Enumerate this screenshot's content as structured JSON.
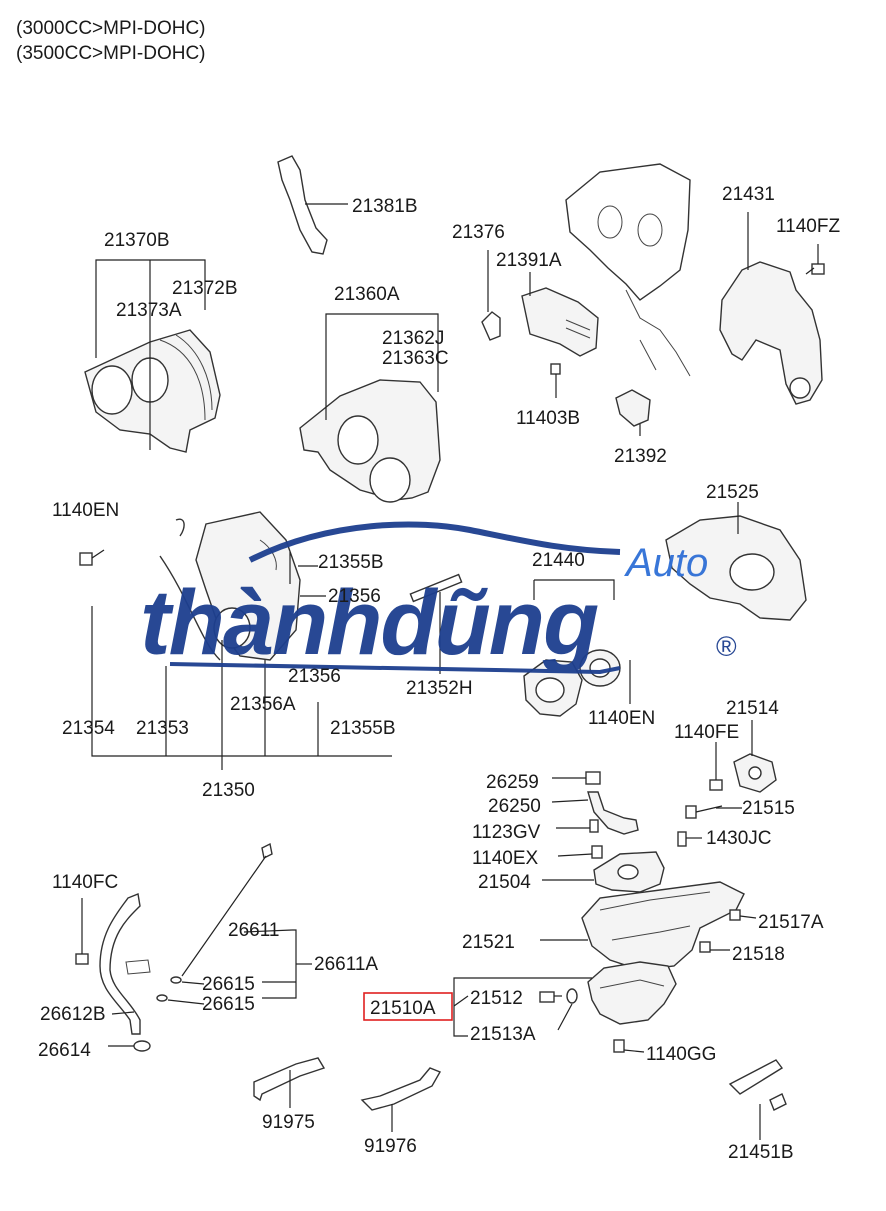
{
  "header": {
    "line1": "(3000CC>MPI-DOHC)",
    "line2": "(3500CC>MPI-DOHC)"
  },
  "highlighted_part": "21510A",
  "highlight_color": "#e02020",
  "watermark": {
    "brand": "thànhdũng",
    "sub": "Auto",
    "registered": "®",
    "brand_color": "#1d3f8f",
    "sub_color": "#2e6fd6"
  },
  "labels": {
    "p21381B": "21381B",
    "p21370B": "21370B",
    "p21372B": "21372B",
    "p21373A": "21373A",
    "p21360A": "21360A",
    "p21362J": "21362J",
    "p21363C": "21363C",
    "p21376": "21376",
    "p21391A": "21391A",
    "p11403B": "11403B",
    "p21392": "21392",
    "p21431": "21431",
    "p1140FZ": "1140FZ",
    "p21525": "21525",
    "p1140EN_a": "1140EN",
    "p21355B_a": "21355B",
    "p21356_a": "21356",
    "p21440": "21440",
    "p21356_b": "21356",
    "p21352H": "21352H",
    "p1140EN_b": "1140EN",
    "p21354": "21354",
    "p21353": "21353",
    "p21356A": "21356A",
    "p21355B_b": "21355B",
    "p21350": "21350",
    "p21514": "21514",
    "p1140FE": "1140FE",
    "p26259": "26259",
    "p26250": "26250",
    "p21515": "21515",
    "p1123GV": "1123GV",
    "p1430JC": "1430JC",
    "p1140EX": "1140EX",
    "p21504": "21504",
    "p1140FC": "1140FC",
    "p26611": "26611",
    "p26611A": "26611A",
    "p21517A": "21517A",
    "p21521": "21521",
    "p21518": "21518",
    "p26615_a": "26615",
    "p26615_b": "26615",
    "p26612B": "26612B",
    "p21512": "21512",
    "p21510A": "21510A",
    "p21513A": "21513A",
    "p26614": "26614",
    "p1140GG": "1140GG",
    "p91975": "91975",
    "p91976": "91976",
    "p21451B": "21451B"
  }
}
